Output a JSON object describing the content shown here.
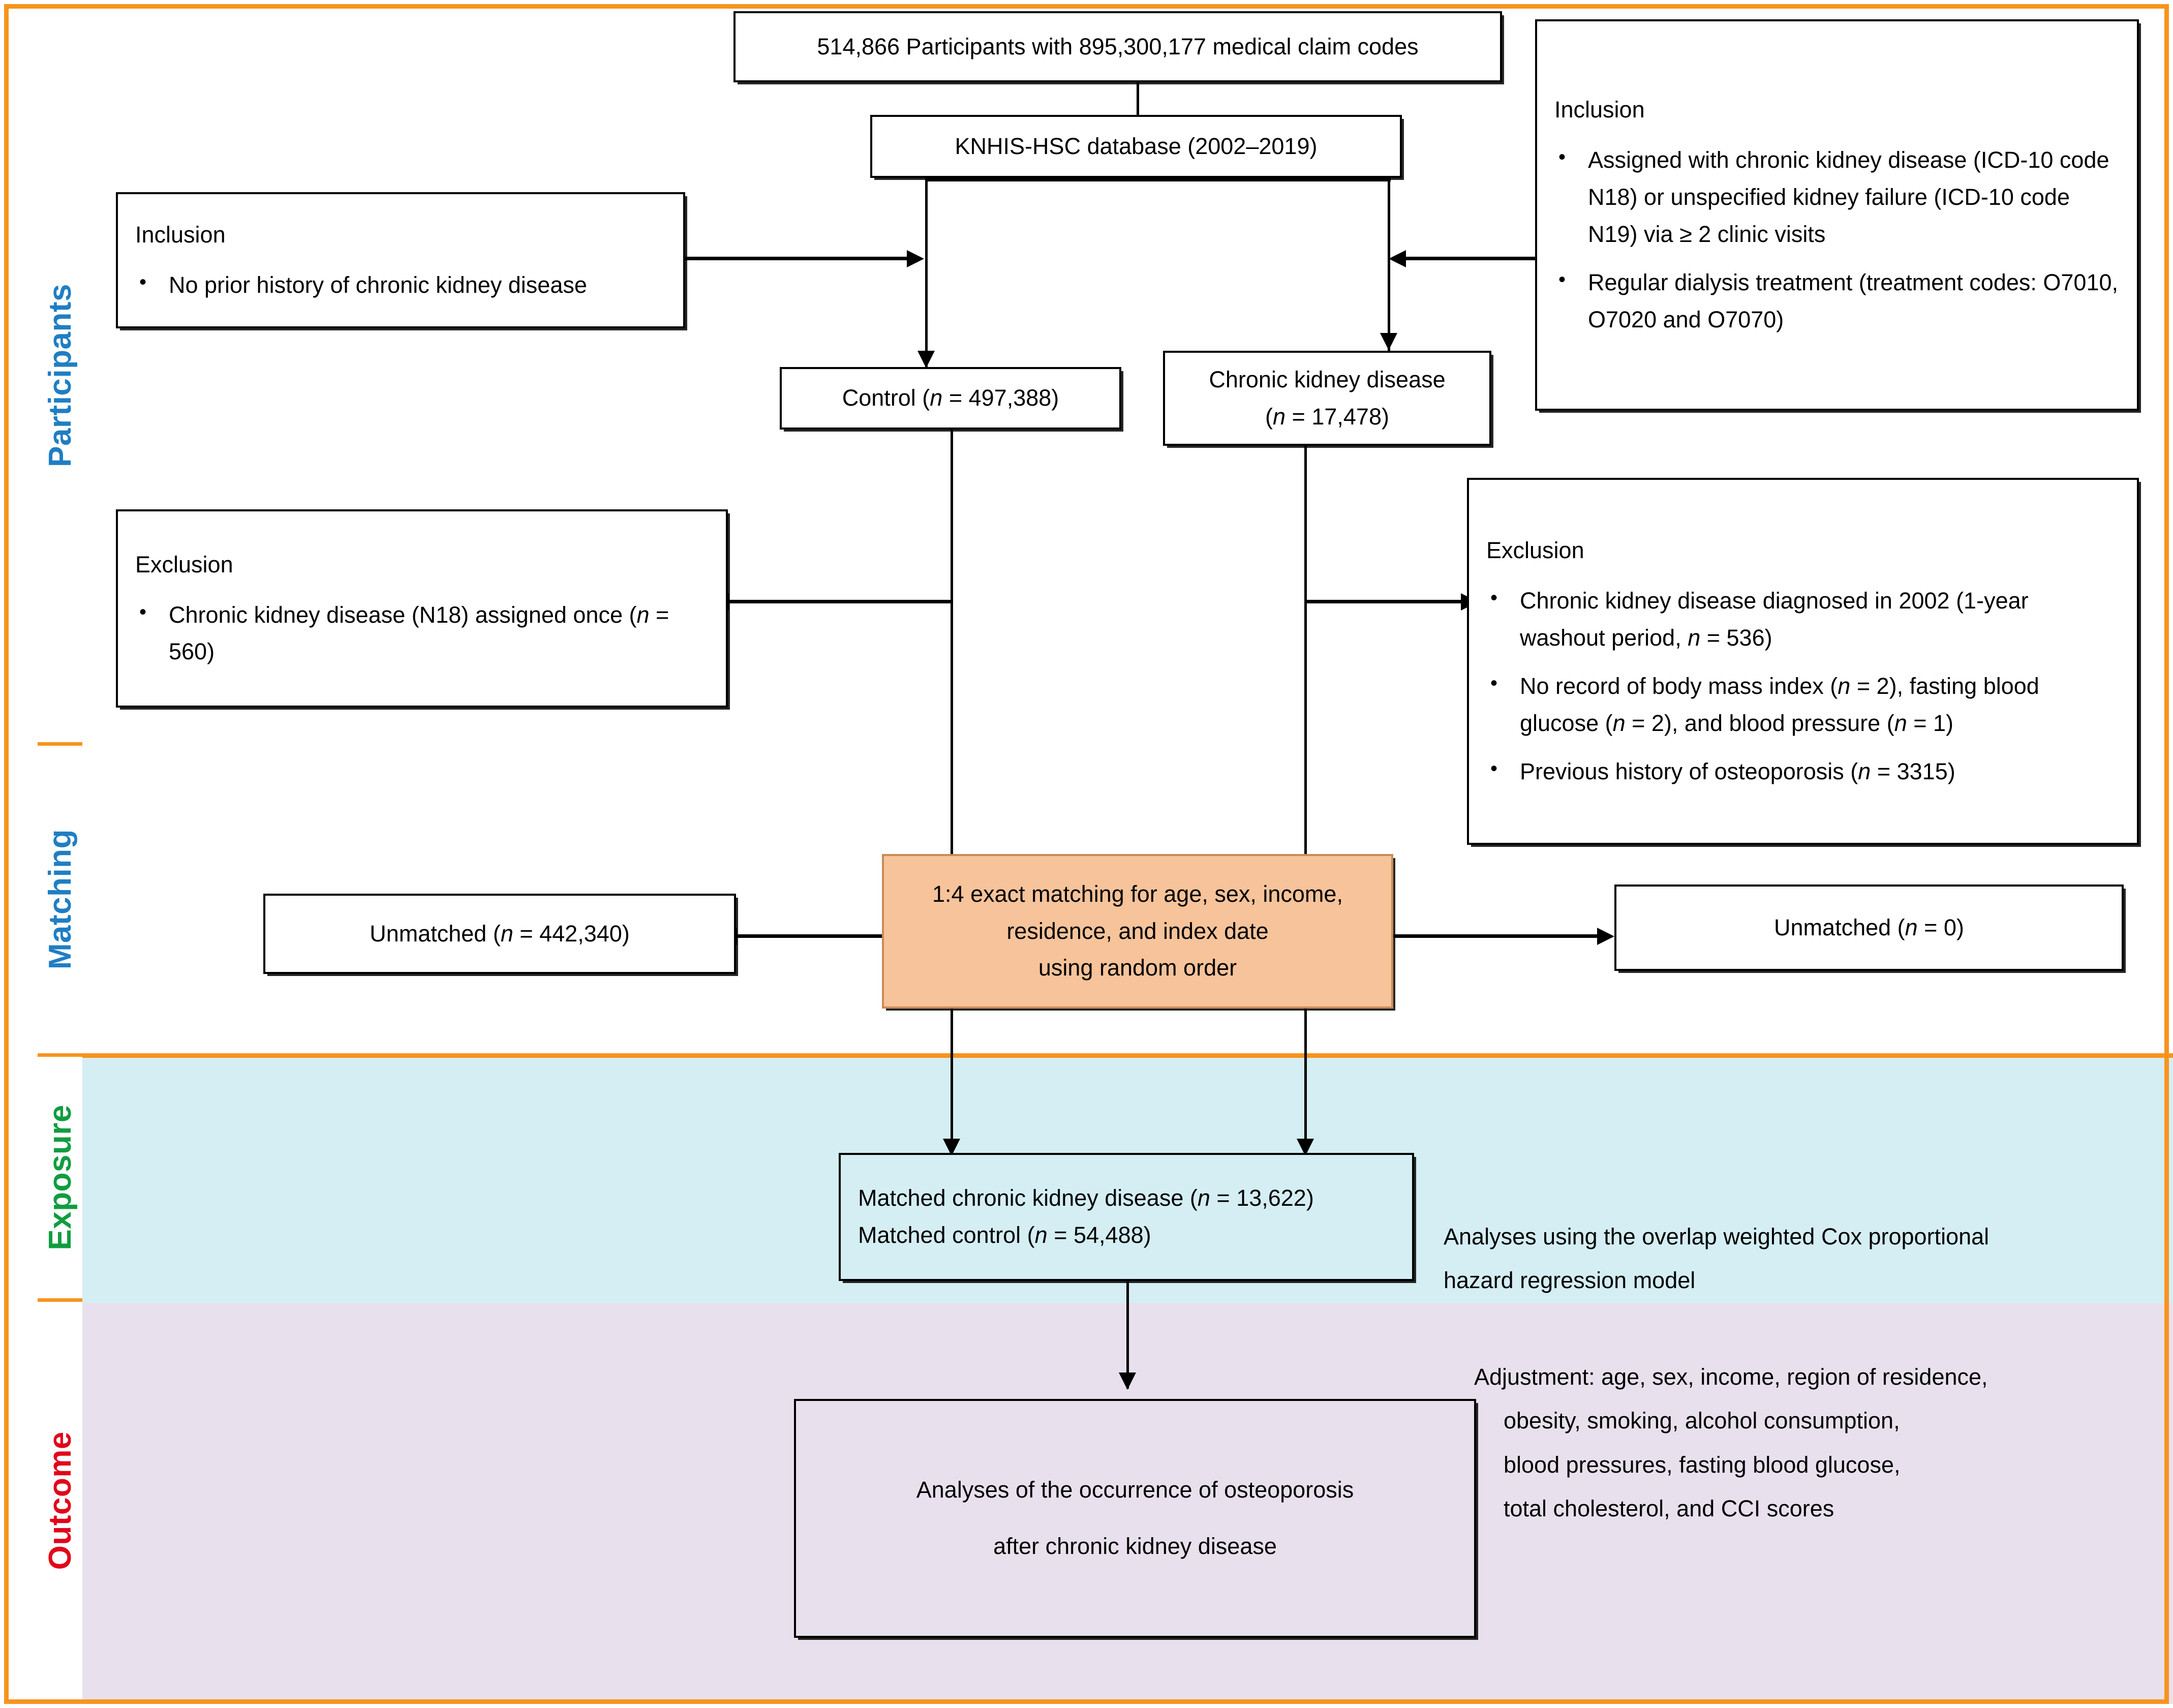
{
  "colors": {
    "frame": "#f7941e",
    "exposure_band": "#d4eef4",
    "outcome_band": "#e8e1ed",
    "matching_box": "#f6c39a",
    "participants_label": "#1f7ec4",
    "matching_label": "#1f7ec4",
    "exposure_label": "#0f9d3f",
    "outcome_label": "#e1051b"
  },
  "sidebar": {
    "items": [
      {
        "label": "Participants",
        "color": "#1f7ec4"
      },
      {
        "label": "Matching",
        "color": "#1f7ec4"
      },
      {
        "label": "Exposure",
        "color": "#0f9d3f"
      },
      {
        "label": "Outcome",
        "color": "#e1051b"
      }
    ]
  },
  "flow": {
    "source": "514,866 Participants with 895,300,177 medical claim codes",
    "database": "KNHIS-HSC database (2002–2019)",
    "inclusion_left": {
      "header": "Inclusion",
      "bullets": [
        "No prior history of chronic kidney disease"
      ]
    },
    "inclusion_right": {
      "header": "Inclusion",
      "bullets": [
        "Assigned with chronic kidney disease (ICD-10 code N18) or unspecified kidney failure (ICD-10 code N19) via ≥ 2 clinic visits",
        "Regular dialysis treatment (treatment codes: O7010, O7020 and O7070)"
      ]
    },
    "control": "Control (n = 497,388)",
    "control_label": "Control",
    "control_n": "497,388",
    "ckd_label": "Chronic kidney disease",
    "ckd_n": "17,478",
    "exclusion_left": {
      "header": "Exclusion",
      "bullets": [
        "Chronic kidney disease (N18) assigned once (n = 560)"
      ]
    },
    "exclusion_right": {
      "header": "Exclusion",
      "bullets": [
        "Chronic kidney disease diagnosed in 2002 (1-year washout period, n = 536)",
        "No record of  body mass index (n = 2), fasting blood glucose  (n = 2), and blood pressure (n  = 1)",
        "Previous history of osteoporosis (n = 3315)"
      ]
    },
    "matching_box": "1:4 exact matching for age, sex, income, residence, and index date using random order",
    "matching_lines": [
      "1:4 exact matching for age, sex, income,",
      "residence, and index date",
      "using random order"
    ],
    "unmatched_left": "Unmatched (n = 442,340)",
    "unmatched_left_n": "442,340",
    "unmatched_right": "Unmatched (n = 0)",
    "unmatched_right_n": "0",
    "matched_ckd_label": "Matched chronic kidney disease",
    "matched_ckd_n": "13,622",
    "matched_control_label": "Matched control",
    "matched_control_n": "54,488",
    "analysis_note": [
      "Analyses using the overlap weighted Cox proportional",
      "hazard regression model"
    ],
    "adjustment_note": [
      "Adjustment:  age, sex, income, region of residence,",
      "obesity, smoking, alcohol consumption,",
      "blood pressures, fasting blood glucose,",
      "total cholesterol, and CCI scores"
    ],
    "outcome_box": [
      "Analyses of the occurrence of osteoporosis",
      "after chronic kidney disease"
    ]
  }
}
